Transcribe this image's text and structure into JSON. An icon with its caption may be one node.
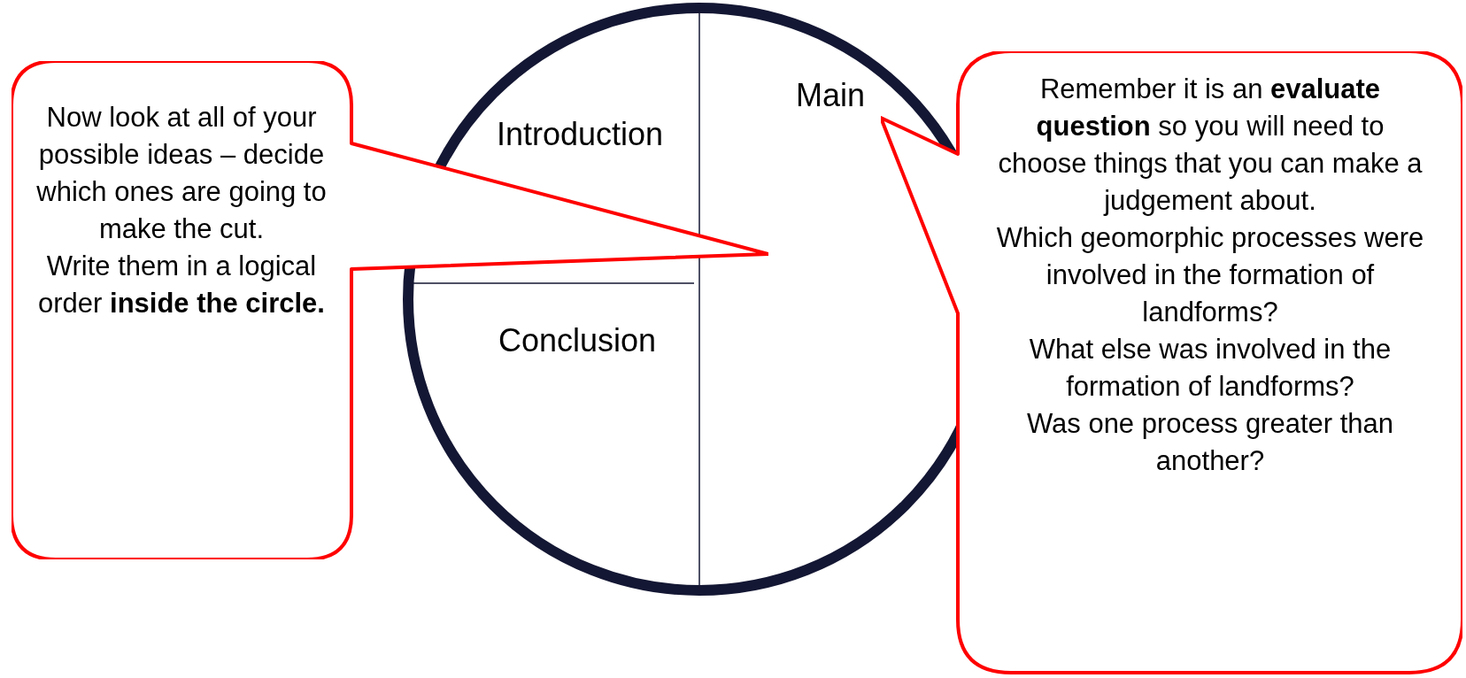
{
  "diagram": {
    "nodes": [
      {
        "text": [
          "Introduction",
          "Main",
          "Conclusion"
        ]
      },
      {
        "text": [
          "Now look at all of your possible ideas – decide which ones are going to make the cut.",
          "Write them in a logical order **inside the circle.**"
        ]
      },
      {
        "text": [
          "Remember it is an **evaluate question** so you will need to choose things that you can make a judgement about.",
          "Which geomorphic processes were involved in the formation of landforms?",
          "What else was involved in the formation of landforms?",
          "Was one process greater than another?"
        ]
      }
    ]
  }
}
